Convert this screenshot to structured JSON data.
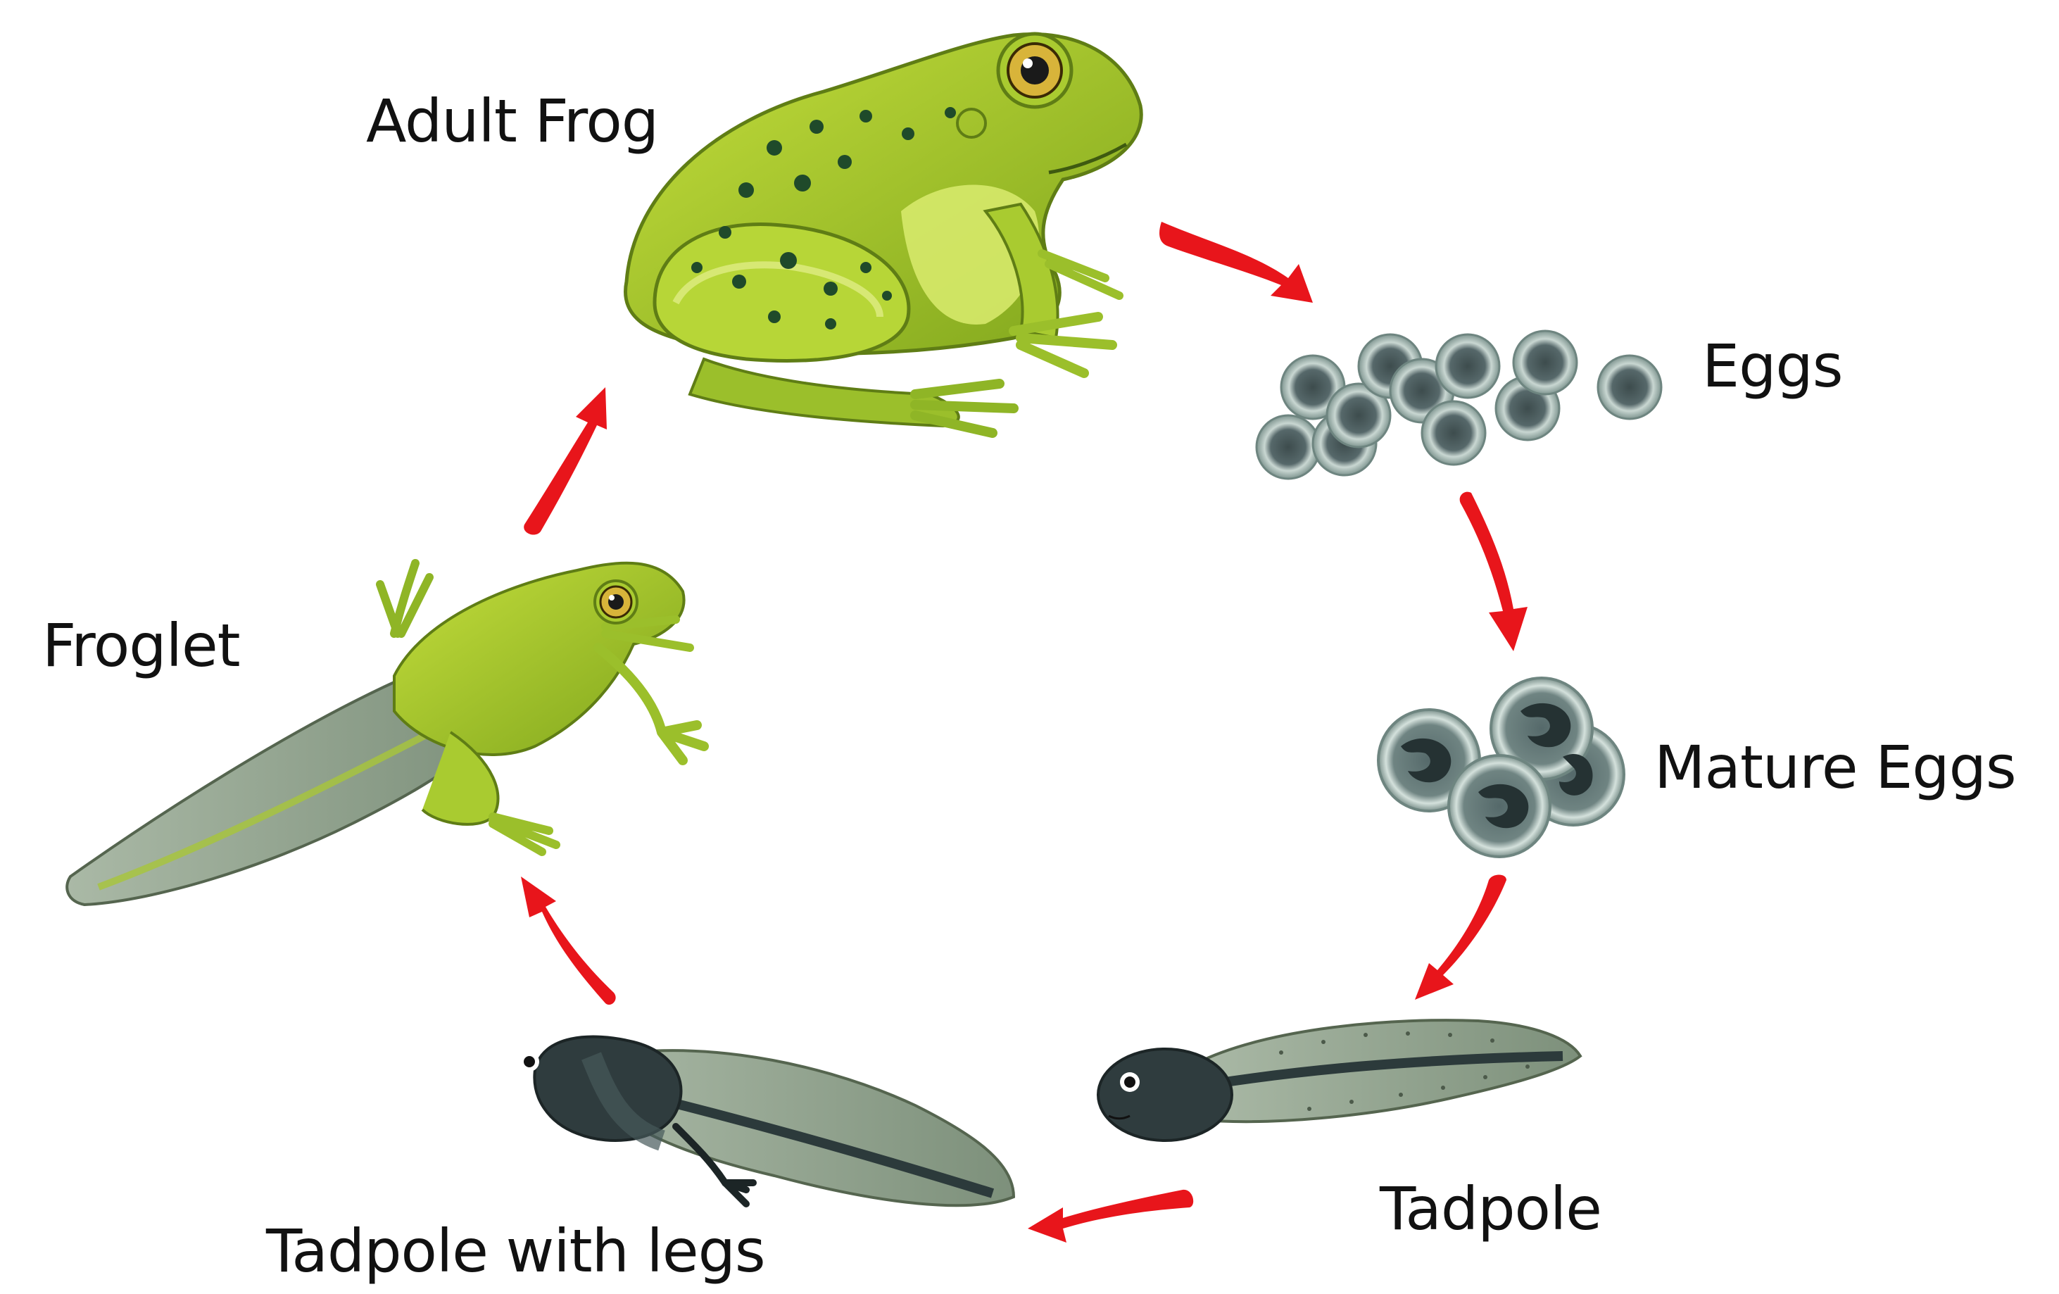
{
  "diagram": {
    "stages": {
      "adult_frog": "Adult Frog",
      "eggs": "Eggs",
      "mature_eggs": "Mature Eggs",
      "tadpole": "Tadpole",
      "tadpole_with_legs": "Tadpole with legs",
      "froglet": "Froglet"
    },
    "colors": {
      "arrow": "#e8151b",
      "frog_body": "#9fc42a",
      "frog_belly": "#d6e96a",
      "frog_spot": "#1f4a2a",
      "egg_ring": "#9fb3ad",
      "egg_core": "#2c3a3b",
      "tadpole_head": "#2f3c3e",
      "tadpole_tail": "#93a592",
      "label": "#111111"
    }
  }
}
